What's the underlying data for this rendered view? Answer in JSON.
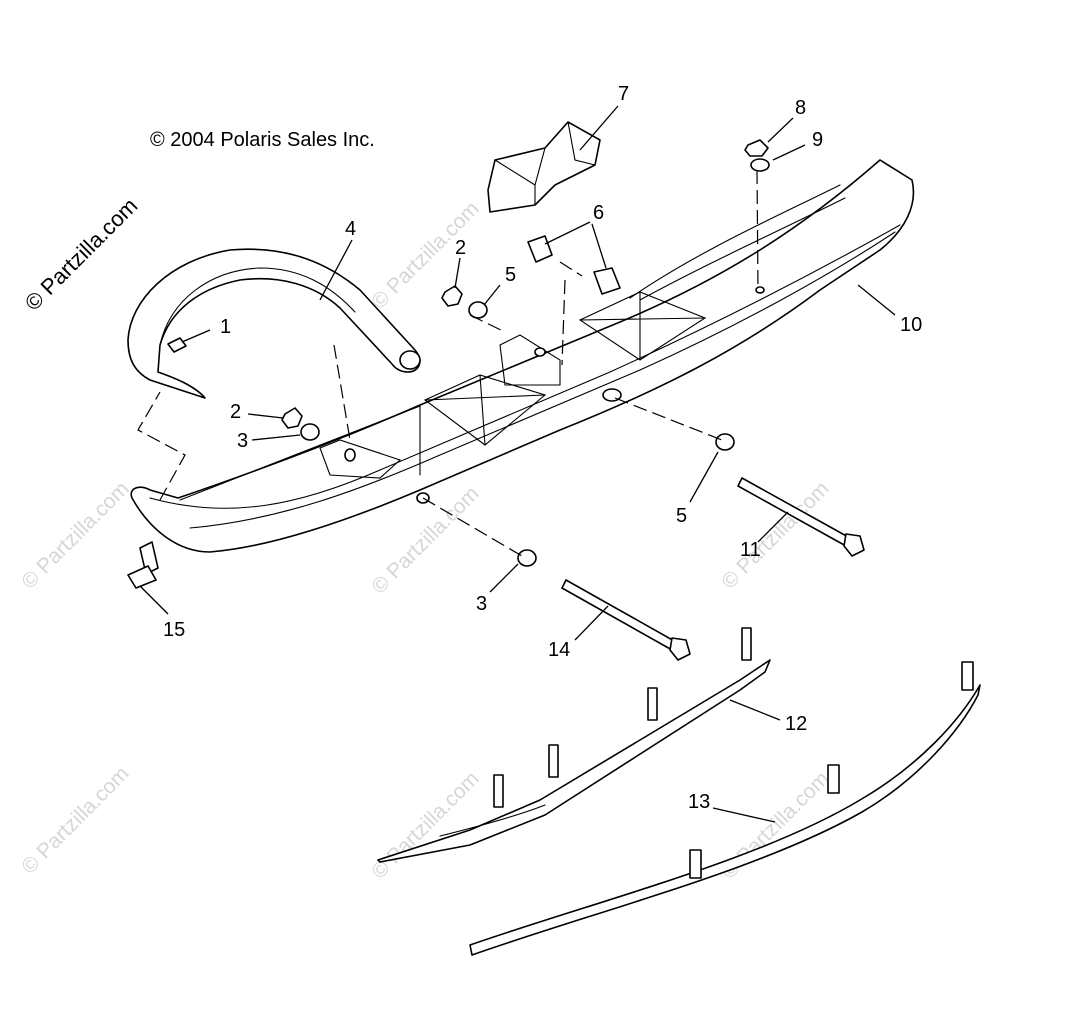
{
  "copyright": "© 2004 Polaris Sales Inc.",
  "site_mark": "© Partzilla.com",
  "watermark_text": "© Partzilla.com",
  "callouts": {
    "c1": "1",
    "c2a": "2",
    "c2b": "2",
    "c3a": "3",
    "c3b": "3",
    "c4": "4",
    "c5a": "5",
    "c5b": "5",
    "c6": "6",
    "c7": "7",
    "c8": "8",
    "c9": "9",
    "c10": "10",
    "c11": "11",
    "c12": "12",
    "c13": "13",
    "c14": "14",
    "c15": "15"
  },
  "colors": {
    "line": "#000000",
    "watermark": "#d6d6d6",
    "background": "#ffffff"
  }
}
